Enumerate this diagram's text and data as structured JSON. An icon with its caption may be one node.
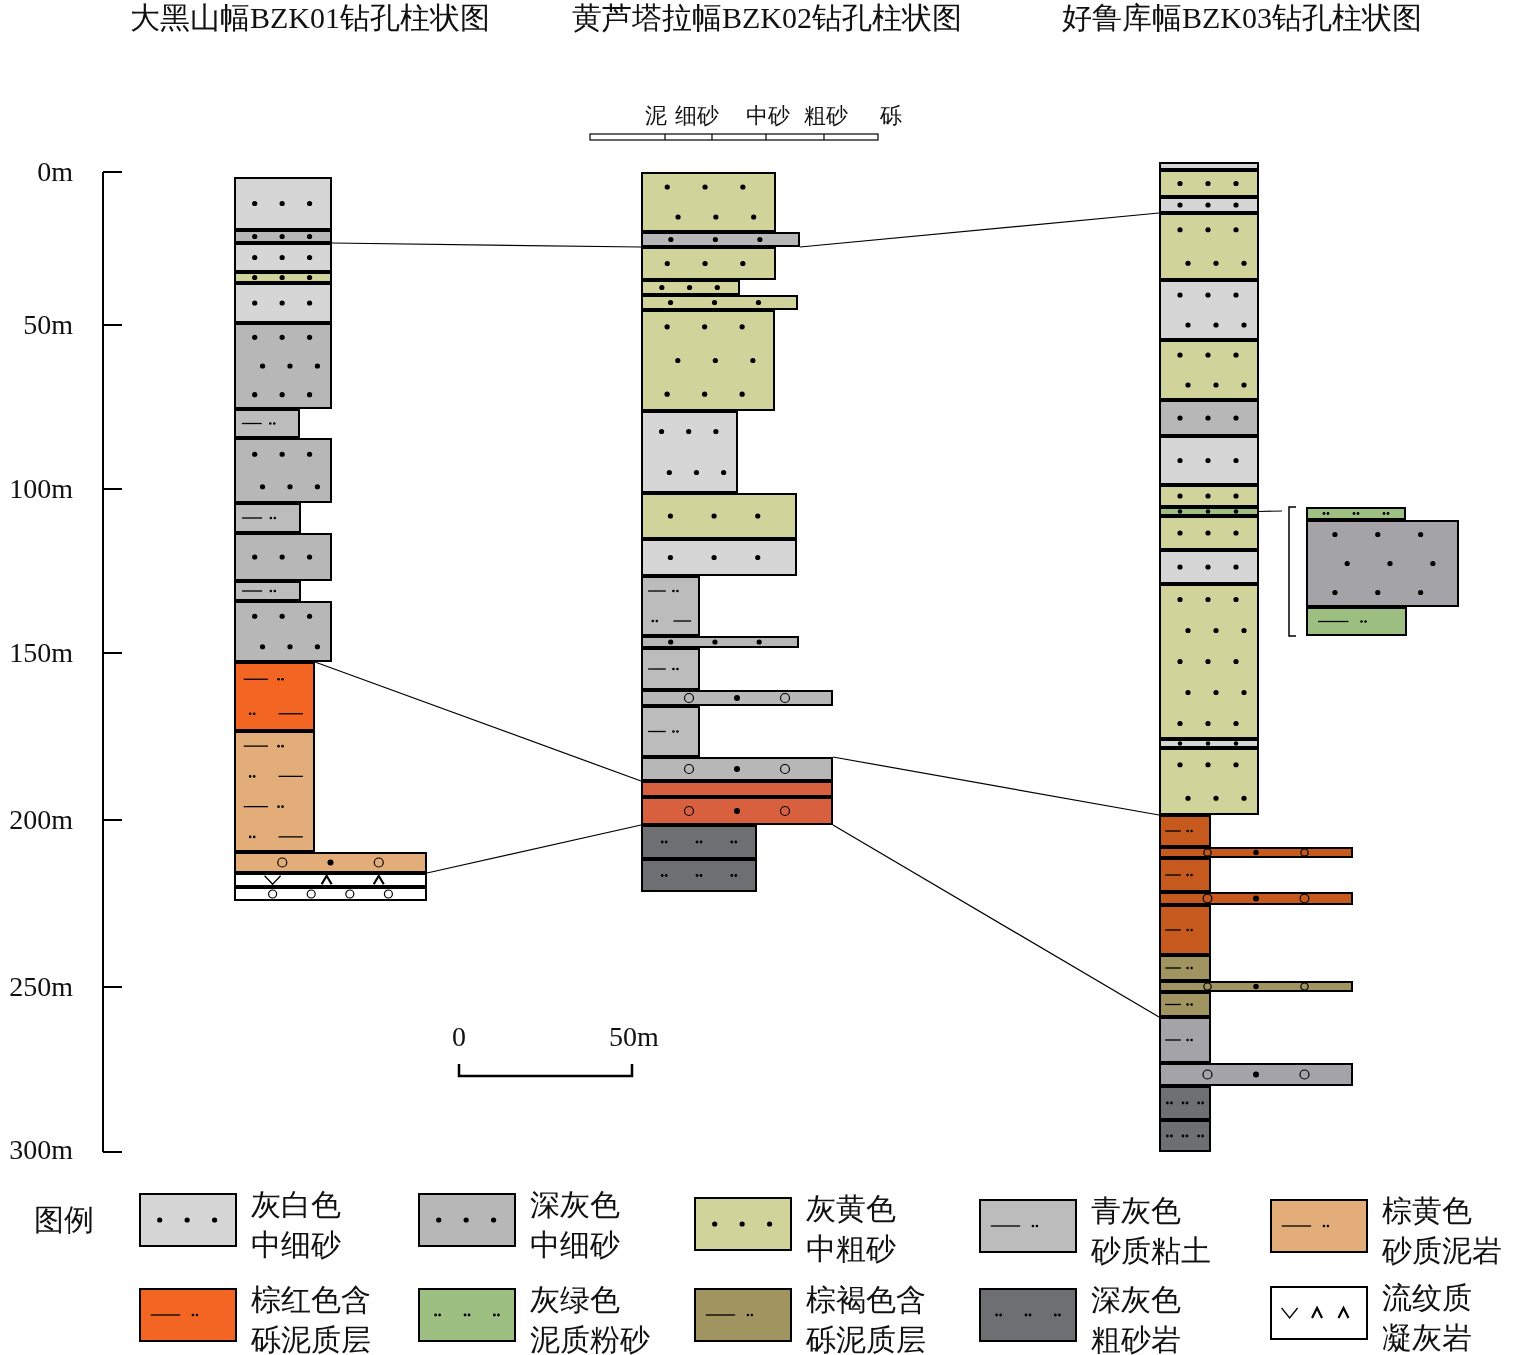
{
  "diagram": {
    "nodes": [
      {
        "text": [],
        "shape": "box"
      },
      {
        "text": [],
        "shape": "box"
      },
      {
        "text": [],
        "shape": "box"
      },
      {
        "text": [],
        "shape": "box"
      },
      {
        "text": [],
        "shape": "box"
      },
      {
        "text": [],
        "shape": "box"
      },
      {
        "text": [],
        "shape": "box"
      },
      {
        "text": [],
        "shape": "box"
      },
      {
        "text": [],
        "shape": "box"
      },
      {
        "text": [],
        "shape": "box"
      },
      {
        "text": [],
        "shape": "box"
      },
      {
        "text": [],
        "shape": "box"
      },
      {
        "text": [],
        "shape": "box"
      },
      {
        "text": [],
        "shape": "box"
      },
      {
        "text": [],
        "shape": "box"
      },
      {
        "text": [],
        "shape": "box"
      },
      {
        "text": [],
        "shape": "box"
      },
      {
        "text": [],
        "shape": "box"
      },
      {
        "text": [],
        "shape": "box"
      },
      {
        "text": [],
        "shape": "box"
      },
      {
        "text": [],
        "shape": "box"
      },
      {
        "text": [],
        "shape": "box"
      },
      {
        "text": [],
        "shape": "box"
      },
      {
        "text": [],
        "shape": "box"
      },
      {
        "text": [],
        "shape": "box"
      },
      {
        "text": [],
        "shape": "box"
      },
      {
        "text": [],
        "shape": "box"
      },
      {
        "text": [],
        "shape": "box"
      },
      {
        "text": [],
        "shape": "box"
      },
      {
        "text": [],
        "shape": "box"
      },
      {
        "text": [],
        "shape": "box"
      },
      {
        "text": [],
        "shape": "box"
      },
      {
        "text": [],
        "shape": "box"
      },
      {
        "text": [],
        "shape": "box"
      },
      {
        "text": [],
        "shape": "box"
      },
      {
        "text": [],
        "shape": "box"
      },
      {
        "text": [],
        "shape": "box"
      },
      {
        "text": [],
        "shape": "box"
      },
      {
        "text": [],
        "shape": "box"
      },
      {
        "text": [],
        "shape": "box"
      },
      {
        "text": [],
        "shape": "box"
      },
      {
        "text": [],
        "shape": "box"
      },
      {
        "text": [],
        "shape": "box"
      },
      {
        "text": [],
        "shape": "box"
      },
      {
        "text": [],
        "shape": "box"
      },
      {
        "text": [],
        "shape": "box"
      },
      {
        "text": [],
        "shape": "box"
      },
      {
        "text": [],
        "shape": "box"
      },
      {
        "text": [],
        "shape": "box"
      },
      {
        "text": [],
        "shape": "box"
      },
      {
        "text": [],
        "shape": "box"
      },
      {
        "text": [],
        "shape": "box"
      },
      {
        "text": [],
        "shape": "box"
      },
      {
        "text": [],
        "shape": "box"
      },
      {
        "text": [],
        "shape": "box"
      },
      {
        "text": [],
        "shape": "box"
      },
      {
        "text": [],
        "shape": "box"
      },
      {
        "text": [],
        "shape": "box"
      },
      {
        "text": [],
        "shape": "box"
      },
      {
        "text": [],
        "shape": "box"
      },
      {
        "text": [],
        "shape": "box"
      },
      {
        "text": [],
        "shape": "box"
      },
      {
        "text": [],
        "shape": "box"
      },
      {
        "text": [],
        "shape": "box"
      },
      {
        "text": [],
        "shape": "box"
      },
      {
        "text": [],
        "shape": "box"
      }
    ],
    "edges": [
      {
        "from": 1,
        "to": 18,
        "arrow": "none"
      },
      {
        "from": 18,
        "to": 38,
        "arrow": "none"
      },
      {
        "from": 12,
        "to": 32,
        "arrow": "none"
      },
      {
        "from": 31,
        "to": 51,
        "arrow": "none"
      },
      {
        "from": 14,
        "to": 33,
        "arrow": "none"
      },
      {
        "from": 33,
        "to": 59,
        "arrow": "none"
      },
      {
        "from": 45,
        "to": null,
        "arrow": "none"
      }
    ],
    "labels": [
      "大黑山幅BZK01钻孔柱状图",
      "黄芦塔拉幅BZK02钻孔柱状图",
      "好鲁库幅BZK03钻孔柱状图",
      "泥",
      "细砂",
      "中砂",
      "粗砂",
      "砾",
      "0m",
      "50m",
      "100m",
      "150m",
      "200m",
      "250m",
      "300m",
      "0",
      "50m",
      "图例"
    ],
    "legend": [
      {
        "text": "灰白色中细砂",
        "color": "#d6d6d6"
      },
      {
        "text": "深灰色中细砂",
        "color": "#b7b7b7"
      },
      {
        "text": "灰黄色中粗砂",
        "color": "#d0d39a"
      },
      {
        "text": "青灰色砂质粘土",
        "color": "#bcbcbc"
      },
      {
        "text": "棕黄色砂质泥岩",
        "color": "#e3ad7a"
      },
      {
        "text": "棕红色含砾泥质层",
        "color": "#f26522"
      },
      {
        "text": "灰绿色泥质粉砂",
        "color": "#9dbf82"
      },
      {
        "text": "棕褐色含砾泥质层",
        "color": "#a09560"
      },
      {
        "text": "深灰色粗砂岩",
        "color": "#6e6f73"
      },
      {
        "text": "流纹质凝灰岩"
      }
    ]
  }
}
